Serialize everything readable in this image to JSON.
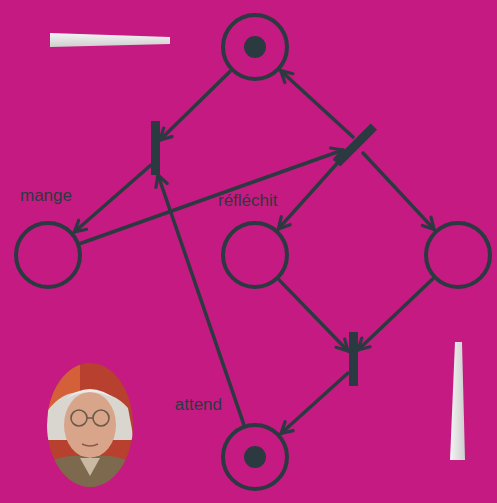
{
  "diagram": {
    "nodes": [
      {
        "text": []
      },
      {
        "text": []
      },
      {
        "text": []
      },
      {
        "text": [
          "mange"
        ]
      },
      {
        "text": [
          "réfléchit"
        ]
      },
      {
        "text": []
      },
      {
        "text": []
      },
      {
        "text": [
          "attend"
        ]
      }
    ],
    "edges": [
      {
        "from": 0,
        "to": 1,
        "arrow": "to"
      },
      {
        "from": 1,
        "to": 3,
        "arrow": "to"
      },
      {
        "from": 3,
        "to": 2,
        "arrow": "to"
      },
      {
        "from": 2,
        "to": 0,
        "arrow": "to"
      },
      {
        "from": 2,
        "to": 4,
        "arrow": "to"
      },
      {
        "from": 2,
        "to": 5,
        "arrow": "to"
      },
      {
        "from": 4,
        "to": 6,
        "arrow": "to"
      },
      {
        "from": 5,
        "to": 6,
        "arrow": "to"
      },
      {
        "from": 6,
        "to": 7,
        "arrow": "to"
      },
      {
        "from": 7,
        "to": 1,
        "arrow": "to"
      }
    ]
  }
}
